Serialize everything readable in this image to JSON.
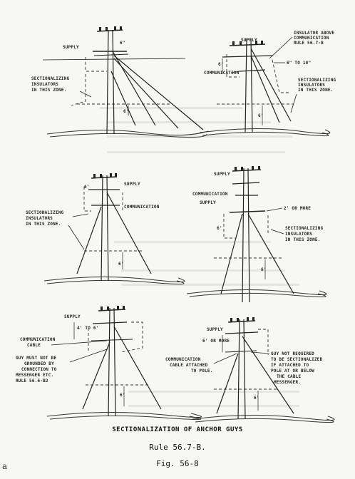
{
  "diagrams": [
    {
      "id": "d1",
      "labels": [
        "SUPPLY",
        "SECTIONALIZING",
        "INSULATORS",
        "IN THIS ZONE.",
        "6\"",
        "6'"
      ]
    },
    {
      "id": "d2",
      "labels": [
        "SUPPLY",
        "INSULATOR ABOVE",
        "COMMUNICATION",
        "RULE 56.7-B",
        "6\" TO 18\"",
        "COMMUNICATION",
        "SECTIONALIZING",
        "INSULATORS",
        "IN THIS ZONE.",
        "6'",
        "6'"
      ]
    },
    {
      "id": "d3",
      "labels": [
        "SUPPLY",
        "COMMUNICATION",
        "SECTIONALIZING",
        "INSULATORS",
        "IN THIS ZONE.",
        "6'",
        "6'"
      ]
    },
    {
      "id": "d4",
      "labels": [
        "SUPPLY",
        "COMMUNICATION",
        "SUPPLY",
        "2' OR MORE",
        "SECTIONALIZING",
        "INSULATORS",
        "IN THIS ZONE.",
        "6'",
        "6'"
      ]
    },
    {
      "id": "d5",
      "labels": [
        "SUPPLY",
        "4' TO 6'",
        "COMMUNICATION",
        "CABLE",
        "GUY MUST NOT BE",
        "GROUNDED BY",
        "CONNECTION TO",
        "MESSENGER ETC.",
        "RULE 56.6-B2",
        "6'"
      ]
    },
    {
      "id": "d6",
      "labels": [
        "SUPPLY",
        "6' OR MORE",
        "COMMUNICATION",
        "CABLE ATTACHED",
        "TO POLE.",
        "GUY NOT REQUIRED",
        "TO BE SECTIONALIZED",
        "IF ATTACHED TO",
        "POLE AT OR BELOW",
        "THE CABLE",
        "MESSENGER.",
        "6'"
      ]
    }
  ],
  "caption": {
    "title": "SECTIONALIZATION OF ANCHOR GUYS",
    "rule": "Rule 56.7-B.",
    "figure": "Fig. 56-8"
  },
  "margin_mark": "a"
}
